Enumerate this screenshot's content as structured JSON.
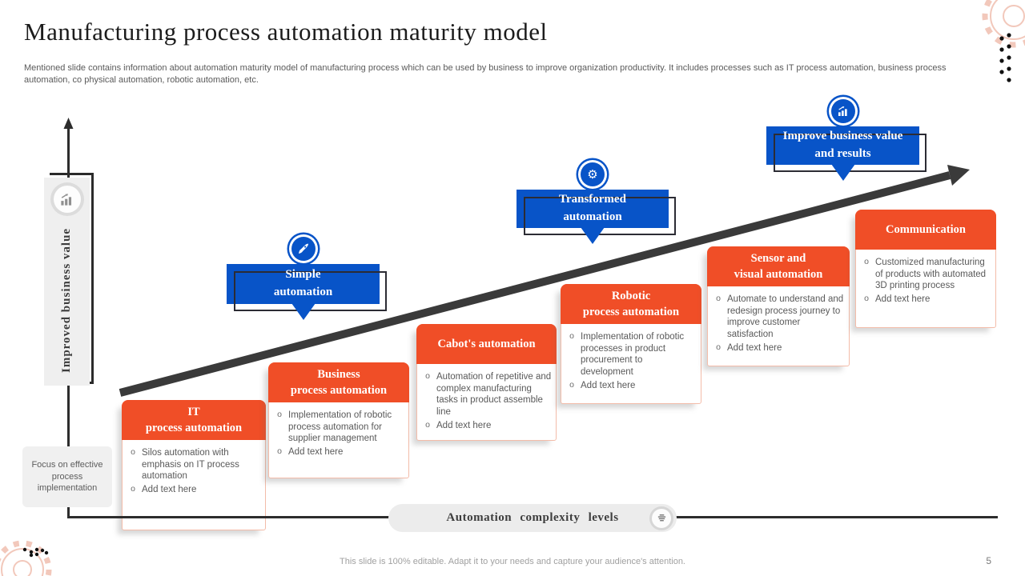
{
  "ui": {
    "bullet_marker": "o"
  },
  "slide": {
    "title": "Manufacturing process automation maturity model",
    "subtitle": "Mentioned slide contains information about automation maturity model of manufacturing process which can be used by business to improve organization productivity. It includes processes such as IT process automation, business process automation, co physical automation, robotic automation, etc.",
    "footer": "This slide is 100% editable. Adapt it to your needs and capture your audience's attention.",
    "page_number": "5"
  },
  "axes": {
    "y_label": "Improved business value",
    "x_label": "Automation complexity levels",
    "origin_note": "Focus on effective process implementation"
  },
  "colors": {
    "accent_blue": "#0854c8",
    "accent_orange": "#f04e27",
    "arrow_dark": "#3a3a3a",
    "panel_gray": "#efefef",
    "gear_pink": "#f2c8bb"
  },
  "milestones": [
    {
      "label_line1": "Simple",
      "label_line2": "automation",
      "icon": "rocket-icon"
    },
    {
      "label_line1": "Transformed",
      "label_line2": "automation",
      "icon": "hand-gear-icon",
      "icon_glyph": "⚙"
    },
    {
      "label_line1": "Improve business value",
      "label_line2": "and results",
      "icon": "factory-growth-icon"
    }
  ],
  "stages": [
    {
      "title_line1": "IT",
      "title_line2": "process automation",
      "bullets": [
        "Silos automation with emphasis on IT process automation",
        "Add text here"
      ]
    },
    {
      "title_line1": "Business",
      "title_line2": "process automation",
      "bullets": [
        "Implementation of robotic process automation for supplier management",
        "Add text here"
      ]
    },
    {
      "title_line1": "Cabot's automation",
      "title_line2": "",
      "bullets": [
        "Automation of repetitive and complex manufacturing tasks in product assemble line",
        "Add text here"
      ]
    },
    {
      "title_line1": "Robotic",
      "title_line2": "process automation",
      "bullets": [
        "Implementation of robotic processes in product procurement to development",
        "Add text here"
      ]
    },
    {
      "title_line1": "Sensor and",
      "title_line2": "visual automation",
      "bullets": [
        "Automate to understand and redesign process journey to improve customer satisfaction",
        "Add text here"
      ]
    },
    {
      "title_line1": "Communication",
      "title_line2": "",
      "bullets": [
        "Customized manufacturing of products with automated 3D printing process",
        "Add text here"
      ]
    }
  ]
}
